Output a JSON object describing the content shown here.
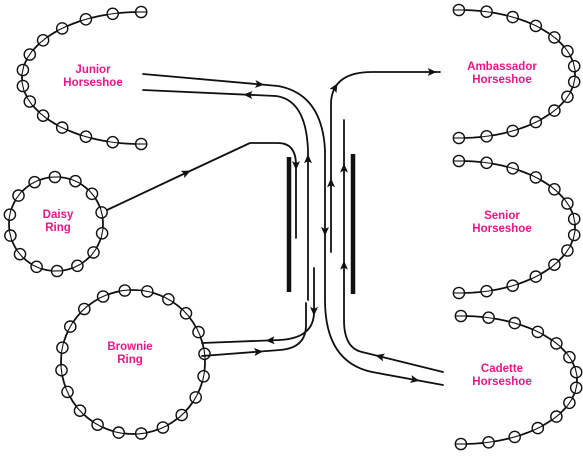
{
  "groups": {
    "junior": {
      "line1": "Junior",
      "line2": "Horseshoe"
    },
    "daisy": {
      "line1": "Daisy",
      "line2": "Ring"
    },
    "brownie": {
      "line1": "Brownie",
      "line2": "Ring"
    },
    "ambassador": {
      "line1": "Ambassador",
      "line2": "Horseshoe"
    },
    "senior": {
      "line1": "Senior",
      "line2": "Horseshoe"
    },
    "cadette": {
      "line1": "Cadette",
      "line2": "Horseshoe"
    }
  },
  "colors": {
    "label": "#e8178a",
    "line": "#111111"
  }
}
